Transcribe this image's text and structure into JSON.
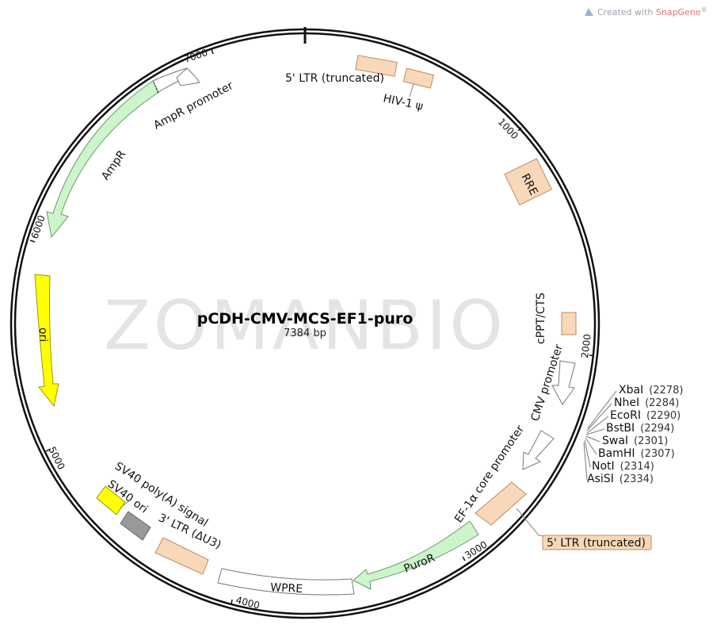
{
  "credit": {
    "prefix": "Created with ",
    "brand": "SnapGene",
    "mark": "®"
  },
  "watermark": "ZOMANBIO",
  "plasmid": {
    "name": "pCDH-CMV-MCS-EF1-puro",
    "size_label": "7384 bp",
    "length": 7384
  },
  "ticks": [
    {
      "label": "1000",
      "bp": 1000
    },
    {
      "label": "2000",
      "bp": 2000
    },
    {
      "label": "3000",
      "bp": 3000
    },
    {
      "label": "4000",
      "bp": 4000
    },
    {
      "label": "5000",
      "bp": 5000
    },
    {
      "label": "6000",
      "bp": 6000
    },
    {
      "label": "7000",
      "bp": 7000
    }
  ],
  "features": {
    "ltr5_top": {
      "label": "5' LTR (truncated)",
      "color": "#f8d8b8"
    },
    "hiv_psi": {
      "label": "HIV-1 ψ",
      "color": "#f8d8b8"
    },
    "rre": {
      "label": "RRE",
      "color": "#f8d8b8"
    },
    "cppt": {
      "label": "cPPT/CTS",
      "color": "#f8d8b8"
    },
    "cmv": {
      "label": "CMV promoter",
      "color": "#ffffff"
    },
    "ef1a": {
      "label": "EF-1α core promoter",
      "color": "#ffffff"
    },
    "ltr5_box": {
      "label": "5' LTR (truncated)",
      "color": "#f8d8b8"
    },
    "puror": {
      "label": "PuroR",
      "color": "#ccf5cc"
    },
    "wpre": {
      "label": "WPRE",
      "color": "#ffffff"
    },
    "ltr3": {
      "label": "3' LTR (ΔU3)",
      "color": "#f8d8b8"
    },
    "sv40ori": {
      "label": "SV40 ori",
      "color": "#999999"
    },
    "sv40pa": {
      "label": "SV40 poly(A) signal",
      "color": "#ffff00"
    },
    "ori": {
      "label": "ori",
      "color": "#ffff00"
    },
    "ampr": {
      "label": "AmpR",
      "color": "#ccf5cc"
    },
    "ampr_promoter": {
      "label": "AmpR promoter",
      "color": "#ffffff"
    }
  },
  "sites": [
    {
      "name": "XbaI",
      "position": "(2278)"
    },
    {
      "name": "NheI",
      "position": "(2284)"
    },
    {
      "name": "EcoRI",
      "position": "(2290)"
    },
    {
      "name": "BstBI",
      "position": "(2294)"
    },
    {
      "name": "SwaI",
      "position": "(2301)"
    },
    {
      "name": "BamHI",
      "position": "(2307)"
    },
    {
      "name": "NotI",
      "position": "(2314)"
    },
    {
      "name": "AsiSI",
      "position": "(2334)"
    }
  ]
}
